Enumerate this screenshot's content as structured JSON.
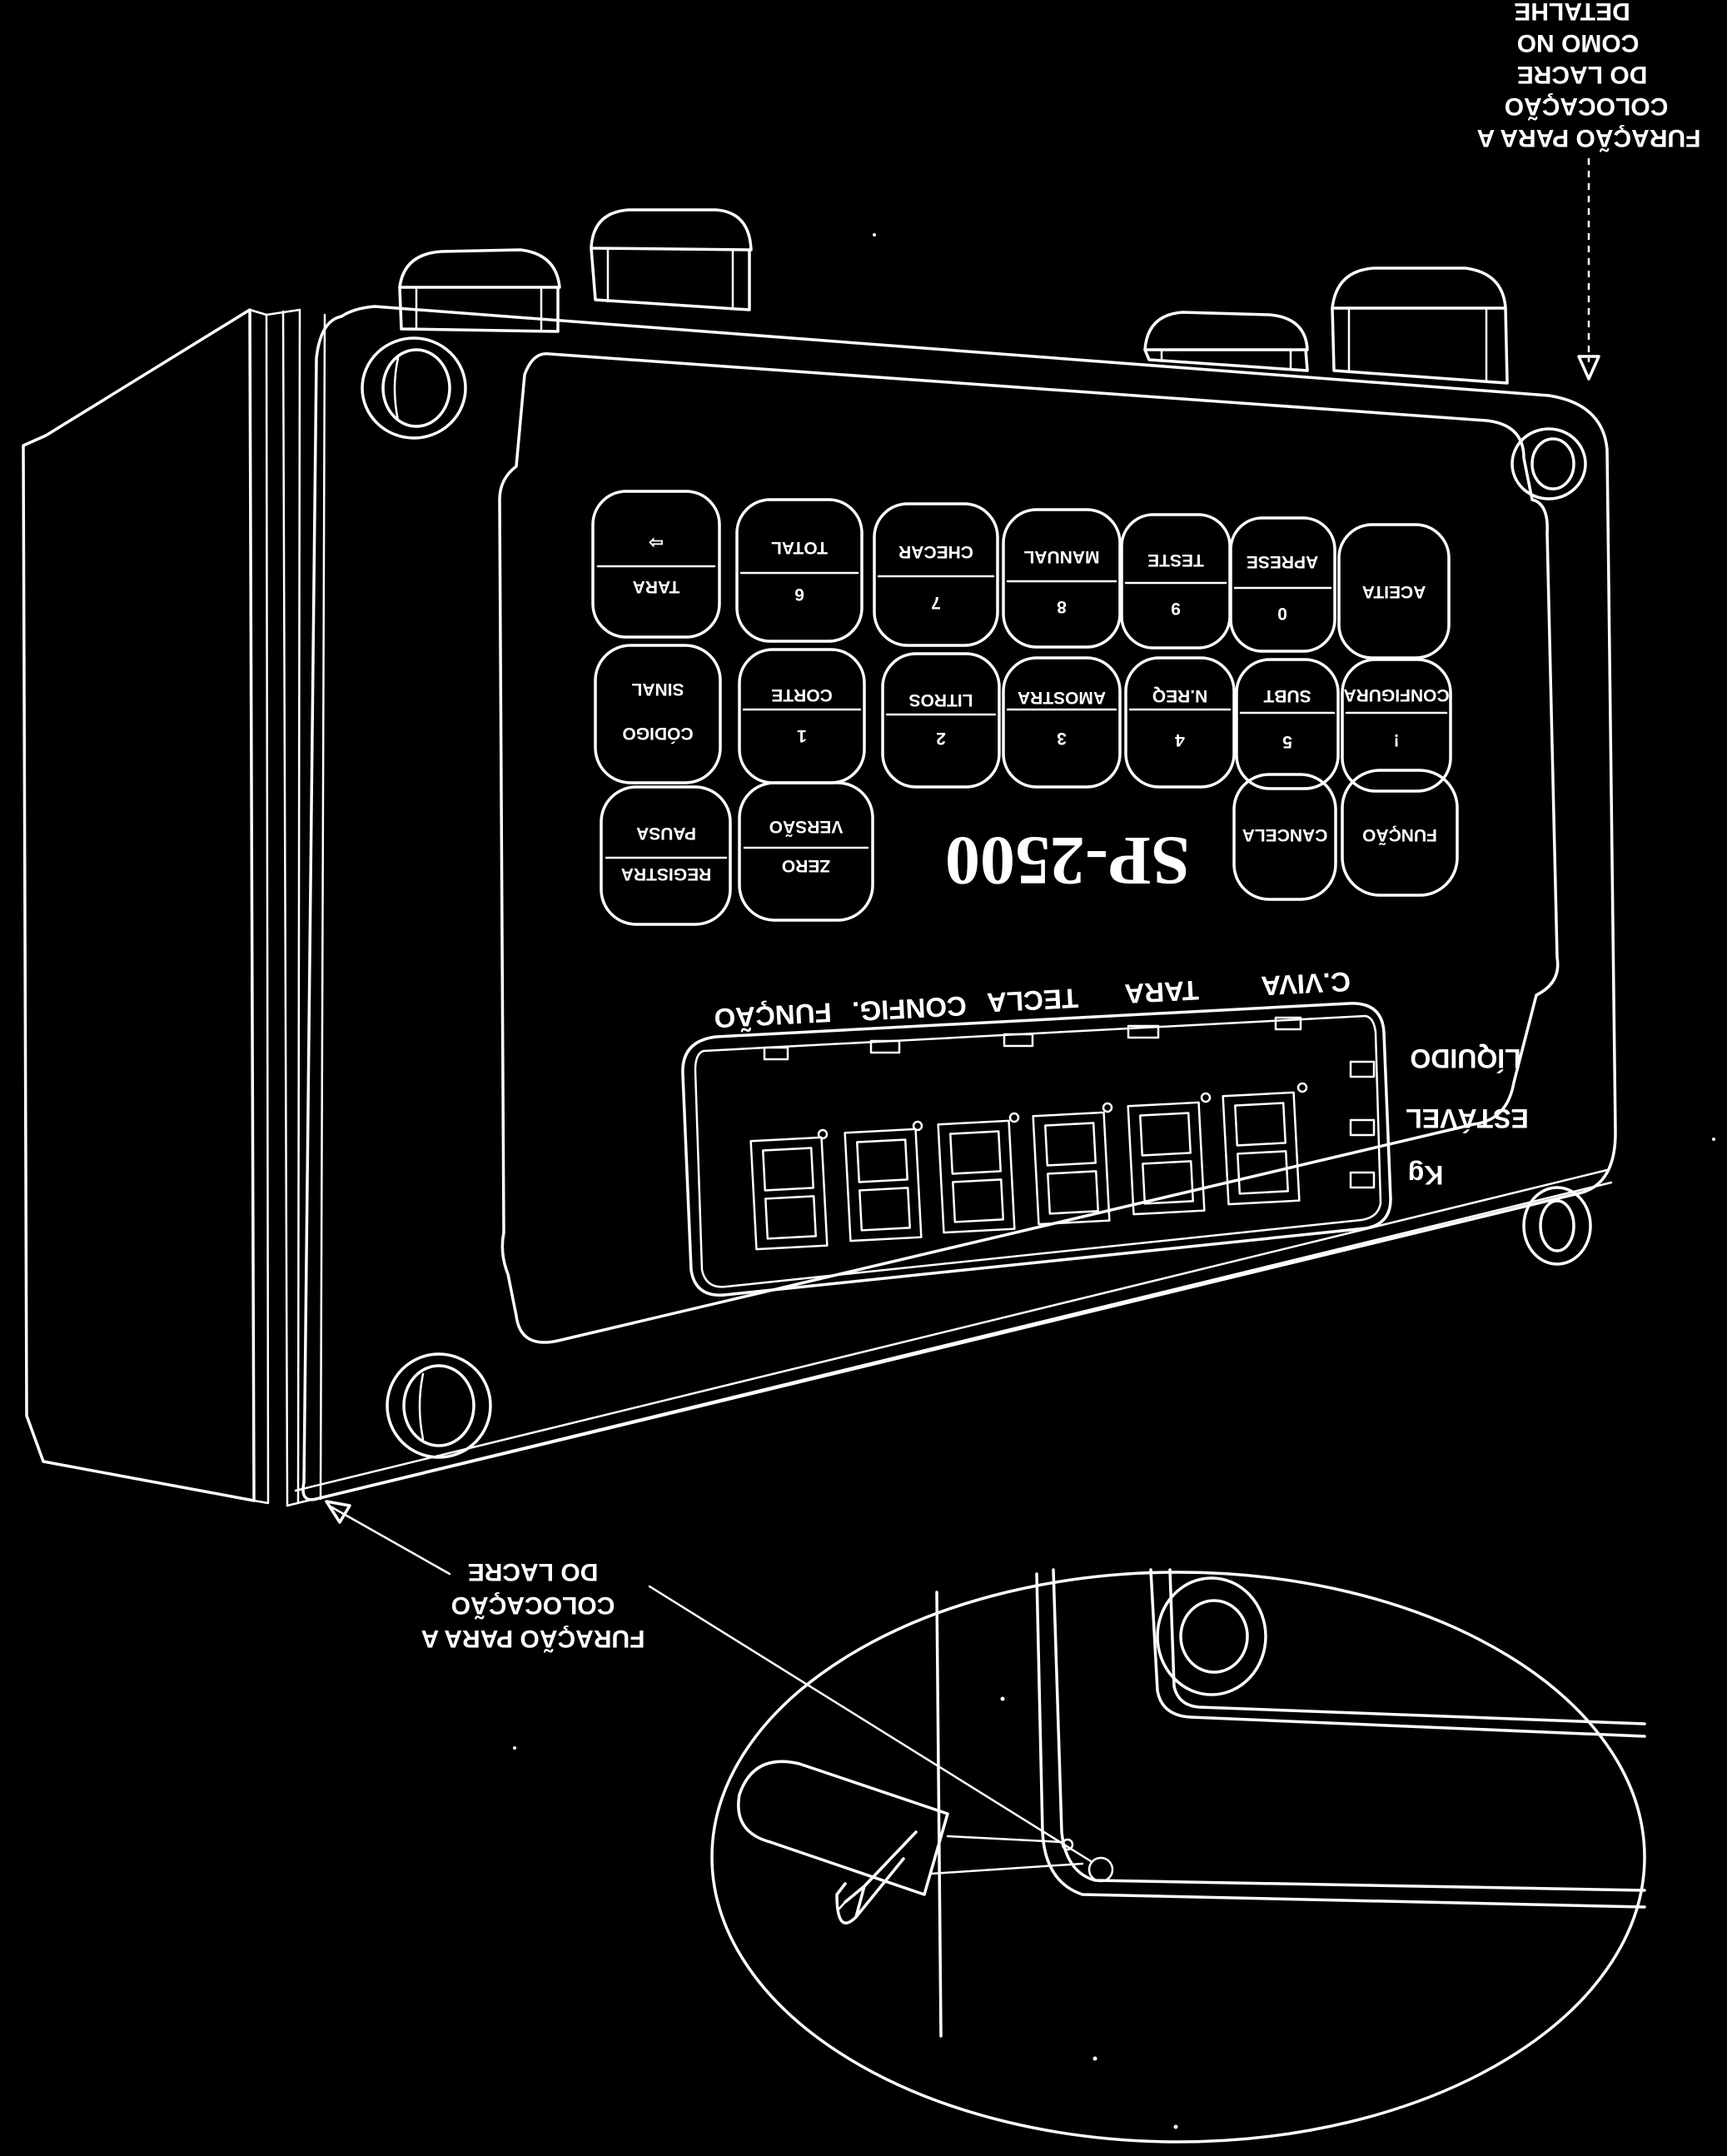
{
  "model": "SP-2500",
  "keypad": {
    "row1": [
      {
        "top": "⇦",
        "bottom": "TARA"
      },
      {
        "top": "TOTAL",
        "bottom": "6"
      },
      {
        "top": "CHECAR",
        "bottom": "7"
      },
      {
        "top": "MANUAL",
        "bottom": "8"
      },
      {
        "top": "TESTE",
        "bottom": "9"
      },
      {
        "top": "APRESE",
        "bottom": "0"
      },
      {
        "top": "ACEITA",
        "bottom": ""
      }
    ],
    "row2": [
      {
        "top": "SINAL",
        "bottom": "CÓDIGO"
      },
      {
        "top": "CORTE",
        "bottom": "1"
      },
      {
        "top": "LITROS",
        "bottom": "2"
      },
      {
        "top": "AMOSTRA",
        "bottom": "3"
      },
      {
        "top": "N.REQ",
        "bottom": "4"
      },
      {
        "top": "SUBT",
        "bottom": "5"
      },
      {
        "top": "CONFIGURA",
        "bottom": "!"
      }
    ],
    "row3_left": [
      {
        "top": "PAUSA",
        "bottom": "REGISTRA"
      },
      {
        "top": "VERSÃO",
        "bottom": "ZERO"
      }
    ],
    "row3_right": [
      {
        "label": "CANCELA"
      },
      {
        "label": "FUNÇÃO"
      }
    ]
  },
  "indicators_top": [
    "FUNÇÃO",
    "CONFIG.",
    "TECLA",
    "TARA",
    "C.VIVA"
  ],
  "indicators_side": [
    "LÍQUIDO",
    "ESTÁVEL",
    "Kg"
  ],
  "callout_top": [
    "FURAÇÃO PARA A",
    "COLOCAÇÃO",
    "DO LACRE",
    "COMO NO",
    "DETALHE"
  ],
  "callout_bottom": [
    "FURAÇÃO PARA A",
    "COLOCAÇÃO",
    "DO LACRE"
  ]
}
